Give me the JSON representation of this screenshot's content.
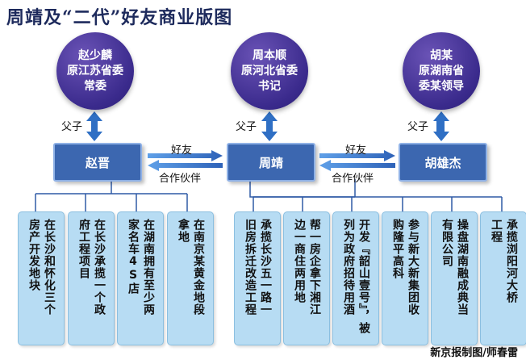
{
  "title": "周靖及“二代”好友商业版图",
  "fathers": [
    {
      "id": "zhao",
      "text": "赵少麟\n原江苏省委\n常委"
    },
    {
      "id": "zhou",
      "text": "周本顺\n原河北省委\n书记"
    },
    {
      "id": "hu",
      "text": "胡某\n原湖南省\n委某领导"
    }
  ],
  "relation_label": "父子",
  "persons": [
    {
      "id": "zhao",
      "name": "赵晋"
    },
    {
      "id": "zhou",
      "name": "周靖"
    },
    {
      "id": "hu",
      "name": "胡雄杰"
    }
  ],
  "links": {
    "top": "好友",
    "bottom": "合作伙伴"
  },
  "businesses": {
    "zhao": [
      "在长沙和怀化三个\n房产开发地块",
      "在长沙承揽一个政\n府工程项目",
      "在湖南拥有至少两\n家名车4S店",
      "在南京某黄金地段\n拿地"
    ],
    "zhou": [
      "承揽长沙五一路一\n旧房拆迁改造工程",
      "帮一房企拿下湘江\n边一商住两用地",
      "开发『韶山壹号』，被\n列为政府招待用酒",
      "参与新大新集团收\n购隆平高科",
      "操盘湖南融成典当\n有限公司",
      "承揽浏阳河大桥\n工程"
    ]
  },
  "credit": "新京报制图/师春雷",
  "colors": {
    "circle": "#3a2a8c",
    "person_box": "#3c67b0",
    "card": "#b7dcf3",
    "line": "#2f5aa6",
    "title": "#1d2a5c"
  }
}
